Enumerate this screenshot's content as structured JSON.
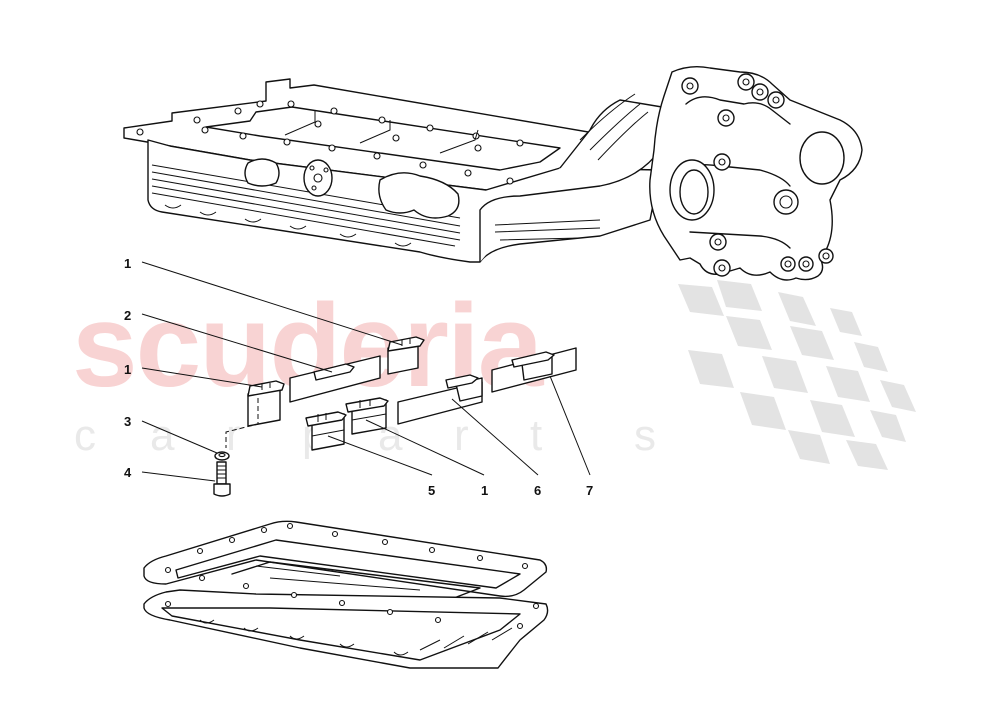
{
  "diagram": {
    "type": "exploded-parts-diagram",
    "watermark": {
      "brand": "scuderia",
      "tagline_letters": [
        "c",
        "a",
        "r",
        "p",
        "a",
        "r",
        "t",
        "s"
      ],
      "brand_color": "#f8d3d3",
      "tagline_color": "#e9e9e9",
      "flag_color": "#e3e3e3"
    },
    "assemblies": [
      {
        "id": "upper-housing",
        "name": "Crankcase / oil sump upper housing"
      },
      {
        "id": "lower-pan",
        "name": "Oil pan with gasket"
      }
    ],
    "callouts": [
      {
        "label": "1",
        "part": "bracket (upper)"
      },
      {
        "label": "2",
        "part": "baffle plate (long)"
      },
      {
        "label": "1",
        "part": "bracket (left)"
      },
      {
        "label": "3",
        "part": "washer"
      },
      {
        "label": "4",
        "part": "screw"
      },
      {
        "label": "5",
        "part": "bracket with tab"
      },
      {
        "label": "1",
        "part": "bracket (center)"
      },
      {
        "label": "6",
        "part": "baffle plate (middle)"
      },
      {
        "label": "7",
        "part": "baffle plate (right)"
      }
    ]
  }
}
